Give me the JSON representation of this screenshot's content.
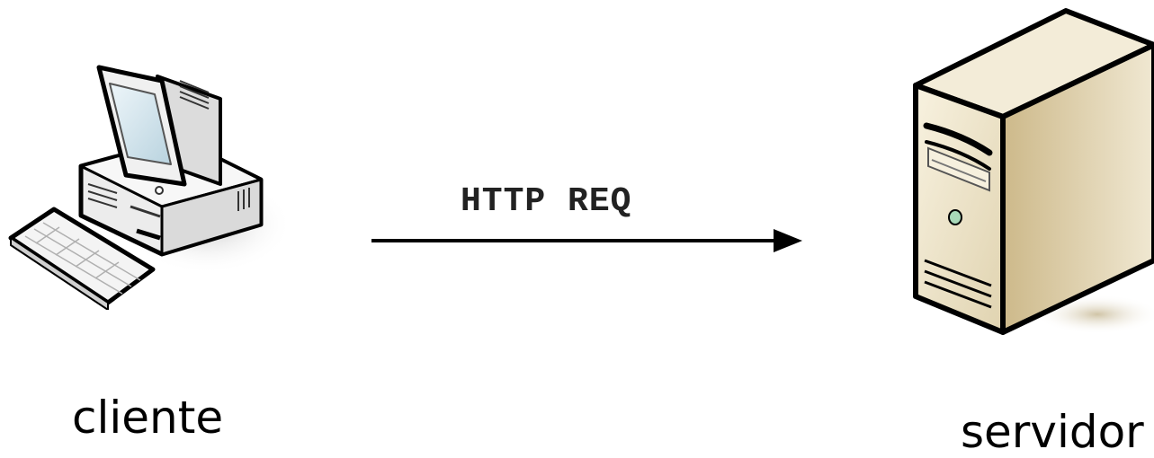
{
  "diagram": {
    "client": {
      "label": "cliente",
      "icon": "desktop-computer-icon"
    },
    "server": {
      "label": "servidor",
      "icon": "tower-server-icon"
    },
    "request": {
      "label": "HTTP REQ",
      "direction": "client-to-server"
    }
  },
  "colors": {
    "outline": "#000000",
    "client_body": "#f2f2f2",
    "client_screen": "#d8e8f0",
    "server_front": "#efe6cf",
    "server_side": "#d9c9a3",
    "server_led": "#a8d8b8"
  }
}
